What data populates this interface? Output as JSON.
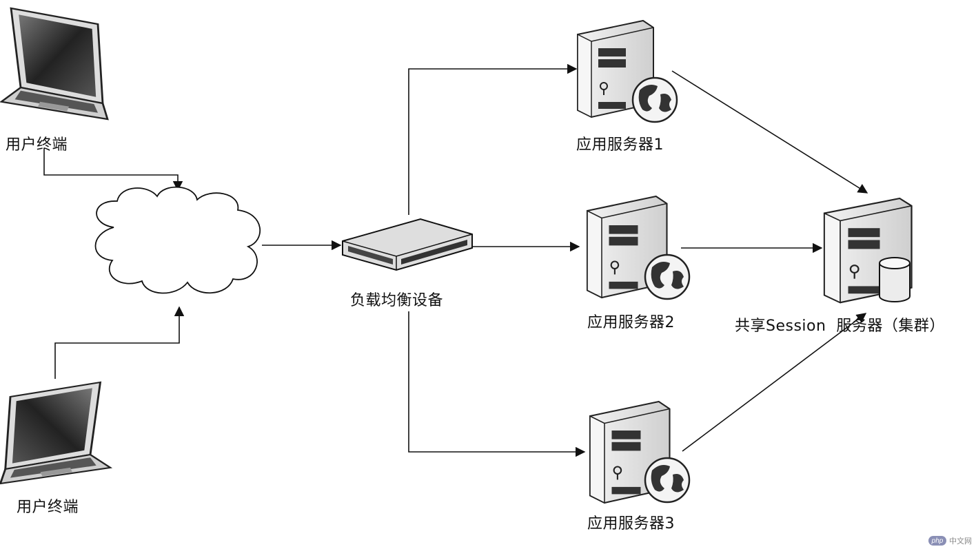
{
  "nodes": {
    "user_terminal_top": {
      "label": "用户终端",
      "icon": "laptop-icon"
    },
    "user_terminal_bottom": {
      "label": "用户终端",
      "icon": "laptop-icon"
    },
    "internet": {
      "icon": "cloud-icon"
    },
    "load_balancer": {
      "label": "负载均衡设备",
      "icon": "network-switch-icon"
    },
    "app_server_1": {
      "label": "应用服务器1",
      "icon": "server-globe-icon"
    },
    "app_server_2": {
      "label": "应用服务器2",
      "icon": "server-globe-icon"
    },
    "app_server_3": {
      "label": "应用服务器3",
      "icon": "server-globe-icon"
    },
    "session_server": {
      "label": "共享Session  服务器（集群）",
      "icon": "server-database-icon"
    }
  },
  "edges": [
    {
      "from": "user_terminal_top",
      "to": "internet"
    },
    {
      "from": "user_terminal_bottom",
      "to": "internet"
    },
    {
      "from": "internet",
      "to": "load_balancer"
    },
    {
      "from": "load_balancer",
      "to": "app_server_1"
    },
    {
      "from": "load_balancer",
      "to": "app_server_2"
    },
    {
      "from": "load_balancer",
      "to": "app_server_3"
    },
    {
      "from": "app_server_1",
      "to": "session_server"
    },
    {
      "from": "app_server_2",
      "to": "session_server"
    },
    {
      "from": "app_server_3",
      "to": "session_server"
    }
  ],
  "watermark": {
    "badge": "php",
    "text": "中文网"
  },
  "colors": {
    "line": "#111111",
    "device_face": "#e9e9e9",
    "globe": "#f4f4f4"
  }
}
